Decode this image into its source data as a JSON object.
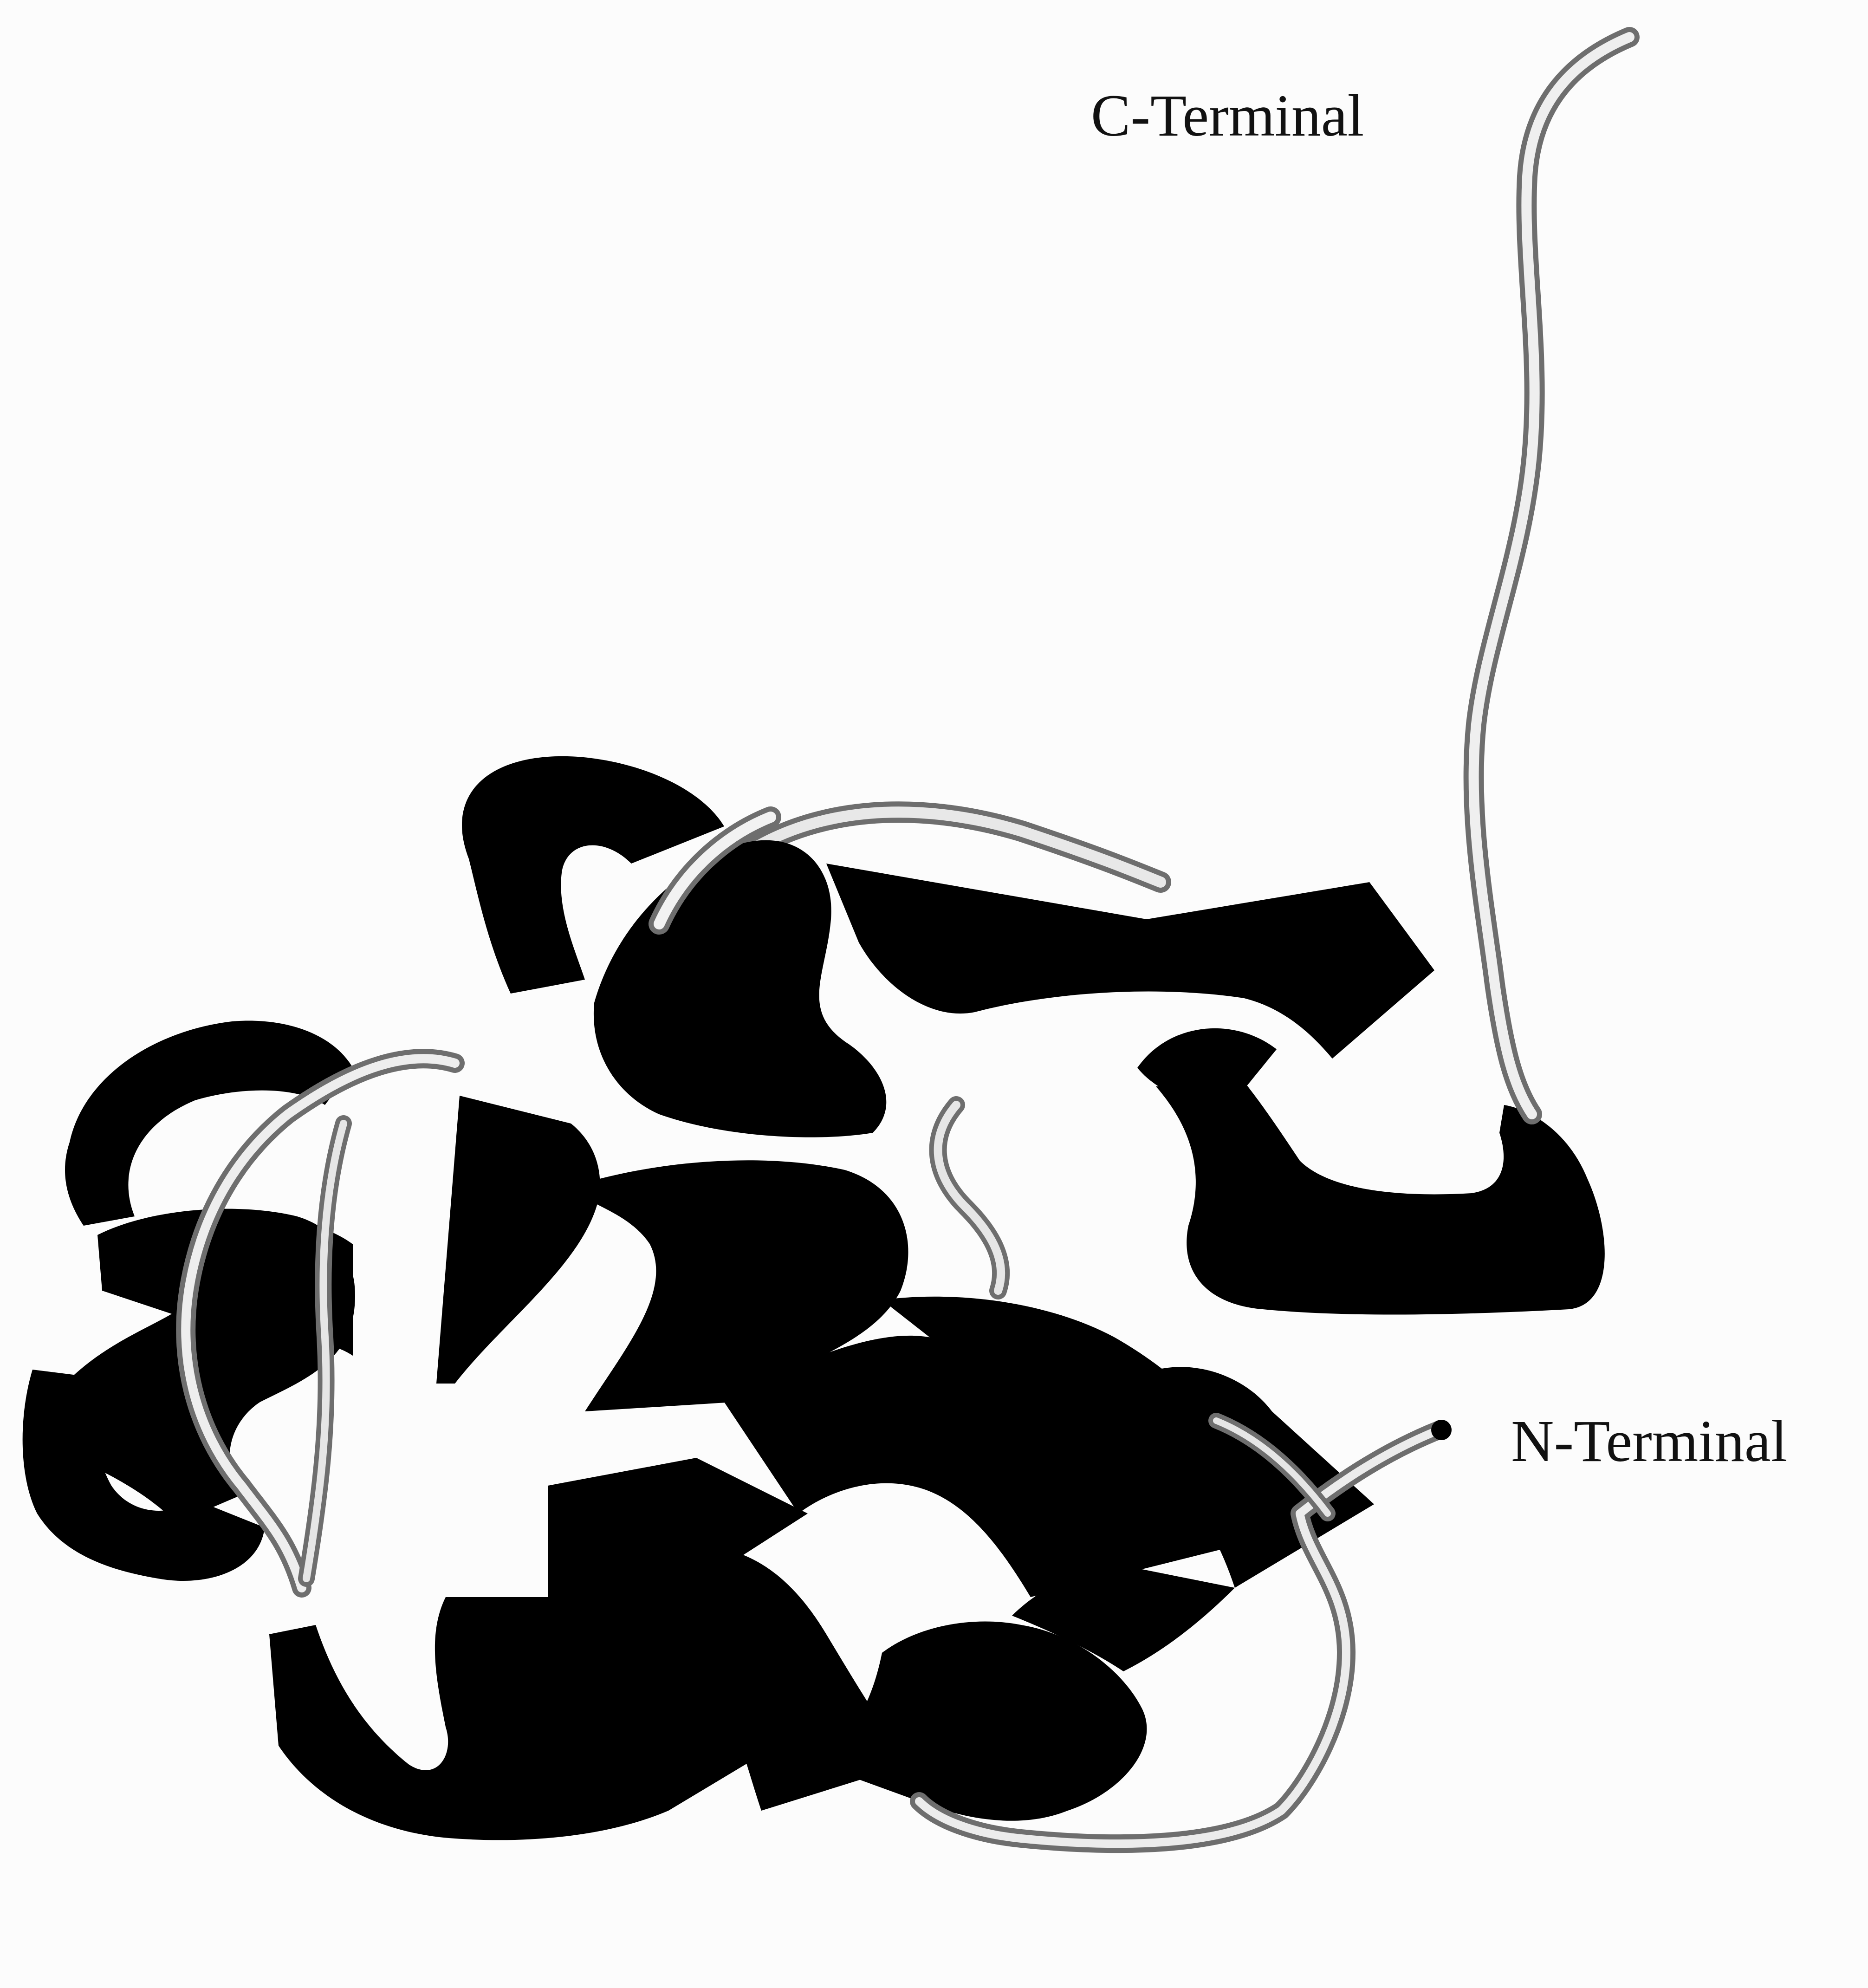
{
  "figure": {
    "labels": {
      "c_terminal": "C-Terminal",
      "n_terminal": "N-Terminal"
    },
    "colors": {
      "ribbon": "#000000",
      "coil_light": "#e6e6e6",
      "coil_dark": "#6e6e6e",
      "background": "#fcfcfc",
      "label_text": "#111111"
    },
    "style": "protein ribbon cartoon"
  }
}
